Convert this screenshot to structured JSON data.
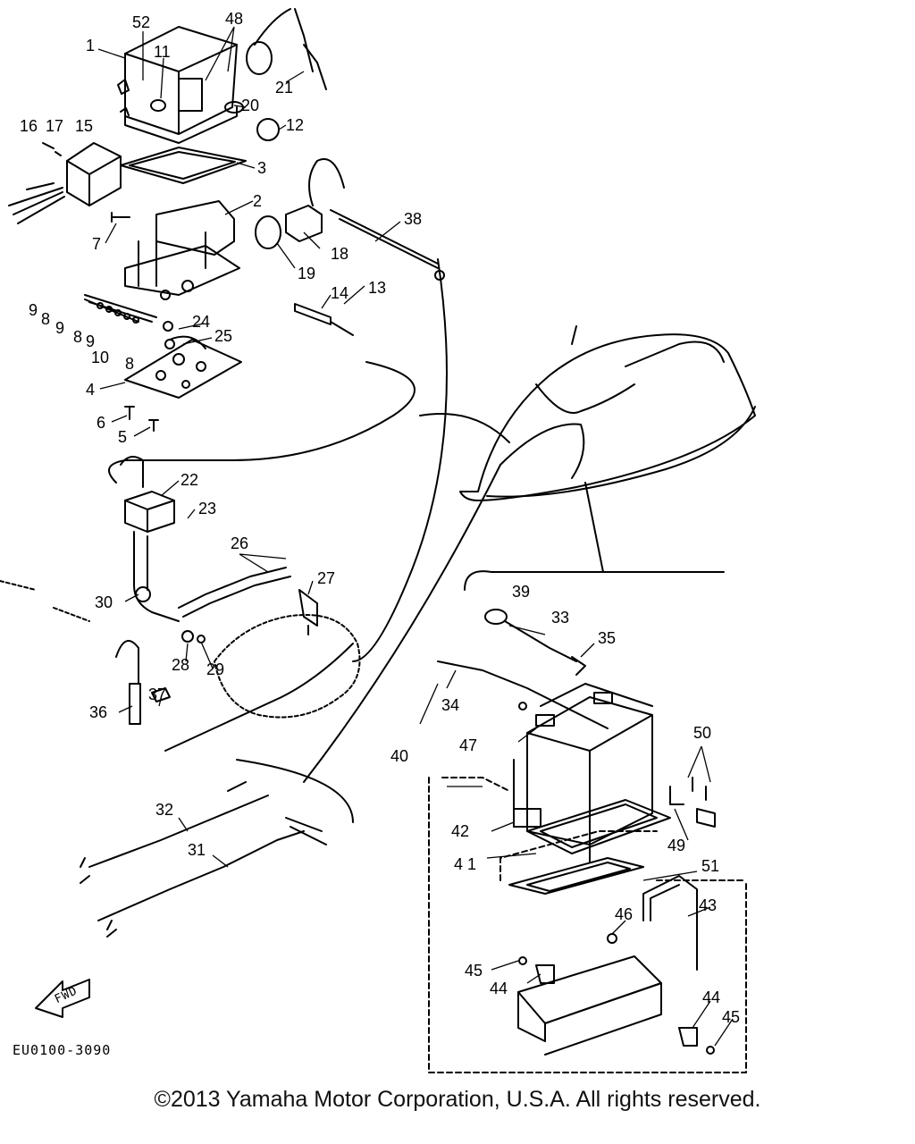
{
  "diagram": {
    "code": "EU0100-3090",
    "fwd_label": "FWD",
    "copyright": "©2013 Yamaha Motor Corporation, U.S.A. All rights reserved.",
    "callouts": {
      "c1": "1",
      "c2": "2",
      "c3": "3",
      "c4": "4",
      "c5": "5",
      "c6": "6",
      "c7": "7",
      "c8a": "8",
      "c8b": "8",
      "c8c": "8",
      "c9a": "9",
      "c9b": "9",
      "c9c": "9",
      "c10": "10",
      "c11": "11",
      "c12": "12",
      "c13": "13",
      "c14": "14",
      "c15": "15",
      "c16": "16",
      "c17": "17",
      "c18": "18",
      "c19": "19",
      "c20": "20",
      "c21": "21",
      "c22": "22",
      "c23": "23",
      "c24": "24",
      "c25": "25",
      "c26": "26",
      "c27": "27",
      "c28": "28",
      "c29": "29",
      "c30": "30",
      "c31": "31",
      "c32": "32",
      "c33": "33",
      "c34": "34",
      "c35": "35",
      "c36": "36",
      "c37": "37",
      "c38": "38",
      "c39": "39",
      "c40": "40",
      "c41": "4 1",
      "c42": "42",
      "c43": "43",
      "c44a": "44",
      "c44b": "44",
      "c45a": "45",
      "c45b": "45",
      "c46": "46",
      "c47": "47",
      "c48": "48",
      "c49": "49",
      "c50": "50",
      "c51": "51",
      "c52": "52"
    }
  }
}
